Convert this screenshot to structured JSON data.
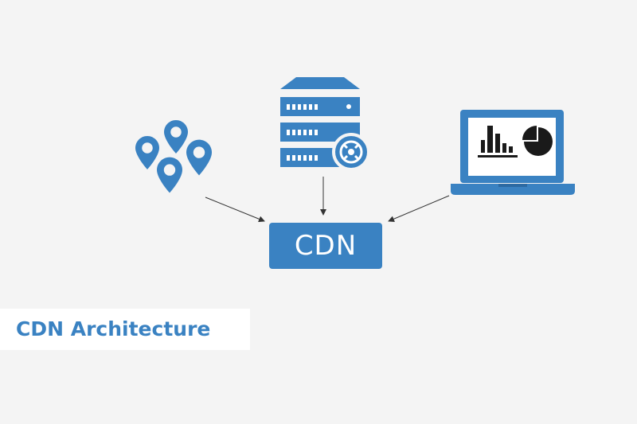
{
  "diagram": {
    "center_label": "CDN",
    "caption": "CDN Architecture",
    "nodes": [
      {
        "id": "locations",
        "icon": "map-pin-cluster-icon"
      },
      {
        "id": "origin-server",
        "icon": "server-rack-icon"
      },
      {
        "id": "client-laptop",
        "icon": "laptop-analytics-icon"
      }
    ],
    "edges": [
      {
        "from": "locations",
        "to": "cdn"
      },
      {
        "from": "origin-server",
        "to": "cdn"
      },
      {
        "from": "client-laptop",
        "to": "cdn"
      }
    ]
  },
  "colors": {
    "accent": "#3a82c2",
    "background": "#f4f4f4",
    "caption_background": "#ffffff",
    "arrow": "#333333",
    "dark_glyph": "#1a1a1a"
  }
}
